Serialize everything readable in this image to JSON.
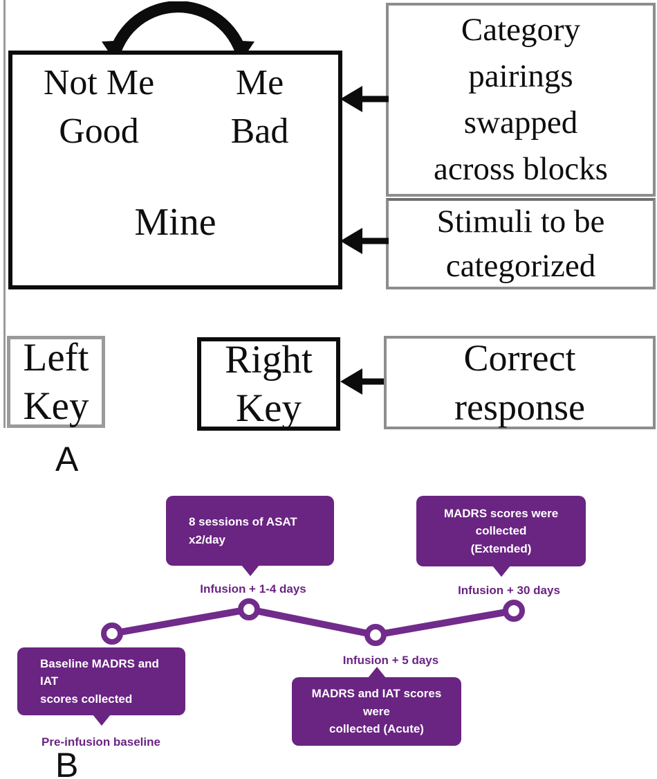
{
  "theme": {
    "pb_box": "#6a2482",
    "pb_line": "#712b8b",
    "pb_text": "#ffffff",
    "pb_label": "#6a2482",
    "pa_border_dark": "#0c0c0c",
    "pa_border_gray": "#8d8d8d"
  },
  "panel_a": {
    "label": "A",
    "main_box": {
      "left_pairing": "Not Me\nGood",
      "right_pairing": "Me\nBad",
      "stimulus": "Mine"
    },
    "category_box": {
      "lines": [
        "Category",
        "pairings",
        "swapped",
        "across blocks"
      ]
    },
    "stimuli_box": {
      "lines": [
        "Stimuli to be",
        "categorized"
      ]
    },
    "left_key_box": {
      "lines": [
        "Left",
        "Key"
      ]
    },
    "right_key_box": {
      "lines": [
        "Right",
        "Key"
      ]
    },
    "correct_box": {
      "lines": [
        "Correct",
        "response"
      ]
    },
    "icons": {
      "swap_arrow": "double-headed curved arrow",
      "side_arrows": "left-pointing arrow"
    }
  },
  "panel_b": {
    "label": "B",
    "callouts": {
      "asat": {
        "text": "8 sessions of ASAT\nx2/day",
        "milestone": "Infusion + 1-4 days"
      },
      "extended": {
        "text": "MADRS scores were collected\n(Extended)",
        "milestone": "Infusion + 30 days"
      },
      "baseline": {
        "text": "Baseline MADRS and IAT\nscores collected",
        "milestone": "Pre-infusion baseline"
      },
      "acute": {
        "text": "MADRS and IAT scores were\ncollected (Acute)",
        "milestone": "Infusion + 5 days"
      }
    },
    "timeline_order": [
      "Pre-infusion baseline",
      "Infusion + 1-4 days",
      "Infusion + 5 days",
      "Infusion + 30 days"
    ]
  }
}
